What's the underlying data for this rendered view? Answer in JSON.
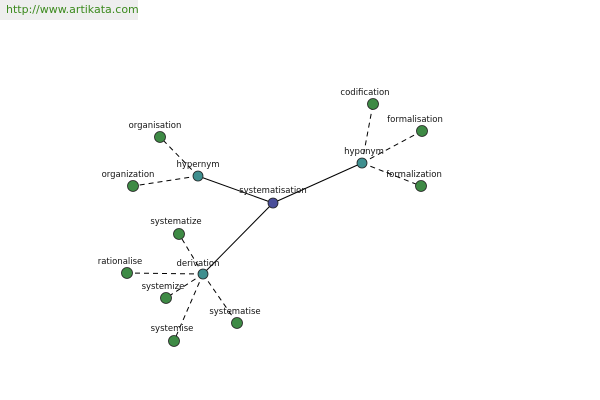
{
  "source_link": "http://www.artikata.com",
  "colors": {
    "root": "#4a4e9a",
    "relation": "#3f8f8f",
    "term": "#3e8a45",
    "link_text": "#3c8a1e"
  },
  "nodes": [
    {
      "id": "root",
      "label": "systematisation",
      "kind": "root"
    },
    {
      "id": "hypernym",
      "label": "hypernym",
      "kind": "relation"
    },
    {
      "id": "hyponym",
      "label": "hyponym",
      "kind": "relation"
    },
    {
      "id": "derivation",
      "label": "derivation",
      "kind": "relation"
    },
    {
      "id": "organisation",
      "label": "organisation",
      "kind": "term"
    },
    {
      "id": "organization",
      "label": "organization",
      "kind": "term"
    },
    {
      "id": "codification",
      "label": "codification",
      "kind": "term"
    },
    {
      "id": "formalisation",
      "label": "formalisation",
      "kind": "term"
    },
    {
      "id": "formalization",
      "label": "formalization",
      "kind": "term"
    },
    {
      "id": "systematize",
      "label": "systematize",
      "kind": "term"
    },
    {
      "id": "rationalise",
      "label": "rationalise",
      "kind": "term"
    },
    {
      "id": "systemize",
      "label": "systemize",
      "kind": "term"
    },
    {
      "id": "systemise",
      "label": "systemise",
      "kind": "term"
    },
    {
      "id": "systematise",
      "label": "systematise",
      "kind": "term"
    }
  ],
  "edges": [
    {
      "from": "root",
      "to": "hypernym",
      "style": "solid"
    },
    {
      "from": "root",
      "to": "hyponym",
      "style": "solid"
    },
    {
      "from": "root",
      "to": "derivation",
      "style": "solid"
    },
    {
      "from": "hypernym",
      "to": "organisation",
      "style": "dashed"
    },
    {
      "from": "hypernym",
      "to": "organization",
      "style": "dashed"
    },
    {
      "from": "hyponym",
      "to": "codification",
      "style": "dashed"
    },
    {
      "from": "hyponym",
      "to": "formalisation",
      "style": "dashed"
    },
    {
      "from": "hyponym",
      "to": "formalization",
      "style": "dashed"
    },
    {
      "from": "derivation",
      "to": "systematize",
      "style": "dashed"
    },
    {
      "from": "derivation",
      "to": "rationalise",
      "style": "dashed"
    },
    {
      "from": "derivation",
      "to": "systemize",
      "style": "dashed"
    },
    {
      "from": "derivation",
      "to": "systemise",
      "style": "dashed"
    },
    {
      "from": "derivation",
      "to": "systematise",
      "style": "dashed"
    }
  ]
}
